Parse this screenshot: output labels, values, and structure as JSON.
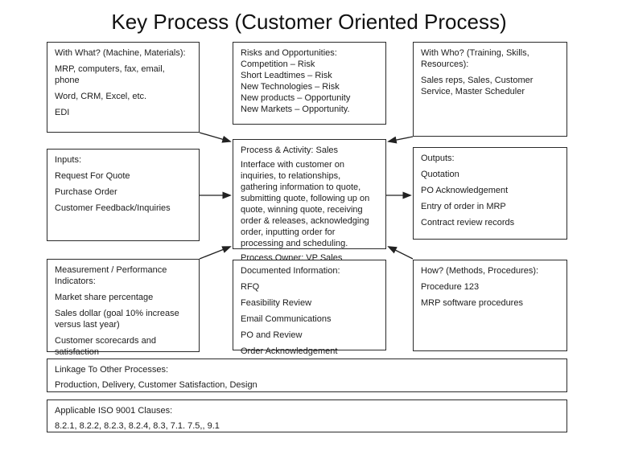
{
  "title": "Key Process (Customer Oriented Process)",
  "boxes": {
    "with_what": {
      "lines": [
        "With What? (Machine, Materials):",
        "MRP, computers, fax, email, phone",
        "Word, CRM, Excel, etc.",
        "EDI"
      ]
    },
    "risks": {
      "lines": [
        "Risks and Opportunities:",
        "Competition – Risk",
        "Short Leadtimes – Risk",
        "New Technologies – Risk",
        "New products – Opportunity",
        "New Markets – Opportunity."
      ]
    },
    "with_who": {
      "lines": [
        "With Who? (Training, Skills, Resources):",
        "Sales reps, Sales, Customer Service, Master Scheduler"
      ]
    },
    "inputs": {
      "lines": [
        "Inputs:",
        "Request For Quote",
        "Purchase Order",
        "Customer Feedback/Inquiries"
      ]
    },
    "process": {
      "lines": [
        "Process & Activity: Sales",
        "Interface with customer on inquiries, to relationships, gathering information to quote, submitting quote, following up on quote, winning quote, receiving order & releases, acknowledging order, inputting order for processing and scheduling.",
        "Process Owner: VP Sales"
      ]
    },
    "outputs": {
      "lines": [
        "Outputs:",
        "Quotation",
        "PO Acknowledgement",
        "Entry of order in MRP",
        "Contract review records"
      ]
    },
    "measurement": {
      "lines": [
        "Measurement / Performance Indicators:",
        "Market share percentage",
        "Sales dollar (goal 10% increase versus last year)",
        "Customer scorecards and satisfaction"
      ]
    },
    "documented": {
      "lines": [
        "Documented Information:",
        "RFQ",
        "Feasibility Review",
        "Email Communications",
        "PO and Review",
        "Order Acknowledgement"
      ]
    },
    "how": {
      "lines": [
        "How? (Methods, Procedures):",
        "Procedure 123",
        "MRP software procedures"
      ]
    },
    "linkage": {
      "lines": [
        "Linkage To Other Processes:",
        "Production, Delivery, Customer Satisfaction, Design"
      ]
    },
    "iso": {
      "lines": [
        "Applicable ISO 9001 Clauses:",
        "8.2.1, 8.2.2, 8.2.3, 8.2.4, 8.3, 7.1. 7.5,, 9.1"
      ]
    }
  },
  "colors": {
    "ink": "#1c1c1c",
    "border": "#2a2a2a",
    "background": "#ffffff"
  }
}
